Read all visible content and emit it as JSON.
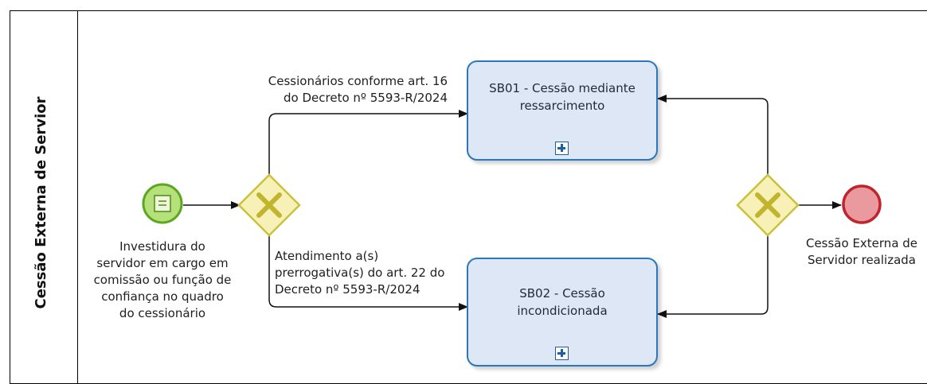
{
  "lane": {
    "title": "Cessão Externa de Servior"
  },
  "start_event": {
    "label_lines": [
      "Investidura do",
      "servidor em cargo em",
      "comissão ou função de",
      "confiança no quadro",
      "do cessionário"
    ],
    "icon": "message-icon"
  },
  "gateway_split": {
    "icon": "exclusive-x-icon"
  },
  "gateway_join": {
    "icon": "exclusive-x-icon"
  },
  "flows": {
    "top_label_lines": [
      "Cessionários conforme art. 16",
      "do Decreto nº 5593-R/2024"
    ],
    "bottom_label_lines": [
      "Atendimento a(s)",
      "prerrogativa(s) do art. 22 do",
      "Decreto nº 5593-R/2024"
    ]
  },
  "tasks": [
    {
      "id": "sb01",
      "label_lines": [
        "SB01 - Cessão mediante",
        "ressarcimento"
      ],
      "marker": "subprocess-plus-icon"
    },
    {
      "id": "sb02",
      "label_lines": [
        "SB02 - Cessão",
        "incondicionada"
      ],
      "marker": "subprocess-plus-icon"
    }
  ],
  "end_event": {
    "label_lines": [
      "Cessão Externa de",
      "Servidor realizada"
    ]
  },
  "colors": {
    "task_fill": "#dde7f6",
    "task_border": "#2a78bb",
    "start_fill": "#b6e07a",
    "start_border": "#5aa820",
    "gateway_fill": "#f7f1b8",
    "gateway_border": "#c9c23c",
    "end_fill": "#ea9a9e",
    "end_border": "#c0252f",
    "line": "#111111"
  }
}
